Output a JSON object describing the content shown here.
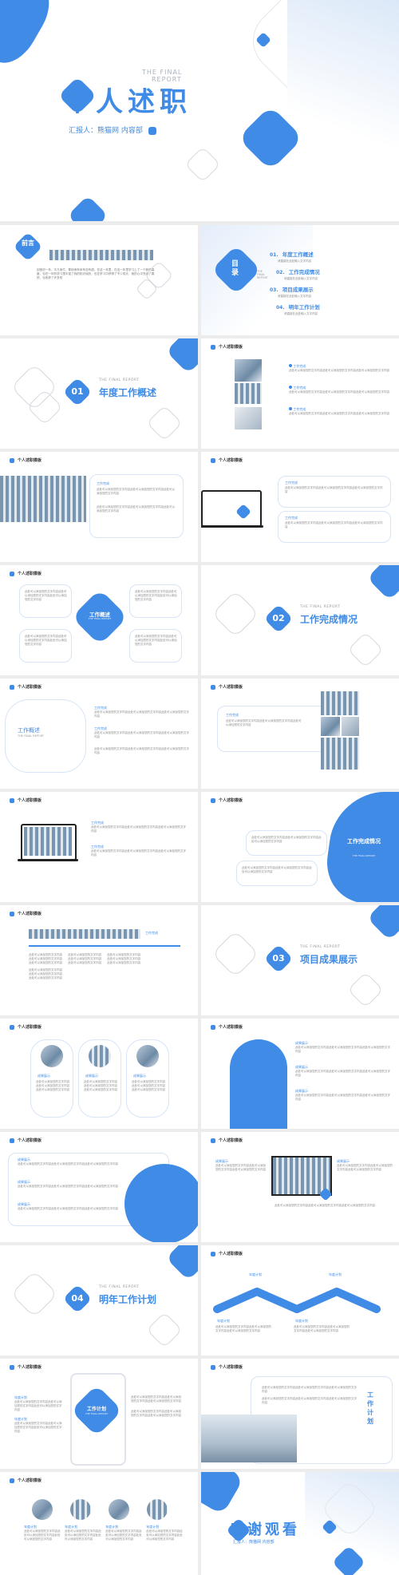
{
  "cover": {
    "title": "个人述职",
    "en_line1": "THE FINAL",
    "en_line2": "REPORT",
    "reporter": "汇报人：熊猫网 内容部"
  },
  "intro": {
    "tag": "前言",
    "text": "回首初一年，平凡而忙，繁琐而有序有苦有甜。在这一年里，在这一年里学习上了一个新的高度，也在一年的学习里丰富了我的知识阅历，也在学习中获得了不少成长，我的心中充满了喜悦，也收获了许多的"
  },
  "toc": {
    "tag": "目录",
    "en": "THE FINAL REPORT",
    "items": [
      {
        "num": "01.",
        "label": "年度工作概述",
        "desc": "请直接在此处输入文字内容"
      },
      {
        "num": "02.",
        "label": "工作完成情况",
        "desc": "请直接在此处输入文字内容"
      },
      {
        "num": "03.",
        "label": "项目成果展示",
        "desc": "请直接在此处输入文字内容"
      },
      {
        "num": "04.",
        "label": "明年工作计划",
        "desc": "请直接在此处输入文字内容"
      }
    ]
  },
  "sections": [
    {
      "num": "01",
      "title": "年度工作概述",
      "en": "THE FINAL REPORT"
    },
    {
      "num": "02",
      "title": "工作完成情况",
      "en": "THE FINAL REPORT"
    },
    {
      "num": "03",
      "title": "项目成果展示",
      "en": "THE FINAL REPORT"
    },
    {
      "num": "04",
      "title": "明年工作计划",
      "en": "THE FINAL REPORT"
    }
  ],
  "common": {
    "header": "个人述职模板",
    "item_title": "工作完成",
    "item_text": "此处可以添加您的文字内容此处可以添加您的文字内容此处可以添加您的文字内容",
    "card_title_overview": "工作概述",
    "card_title_done": "工作完成情况",
    "card_title_plan": "工作计划",
    "card_en": "THE FINAL REPORT",
    "tag_result": "成果展示",
    "tag_plan": "年度计划"
  },
  "closing": {
    "title": "感谢观看",
    "reporter": "汇报人：熊猫网 内容部"
  },
  "colors": {
    "accent": "#3f8be5",
    "light": "#d7e5f7"
  }
}
